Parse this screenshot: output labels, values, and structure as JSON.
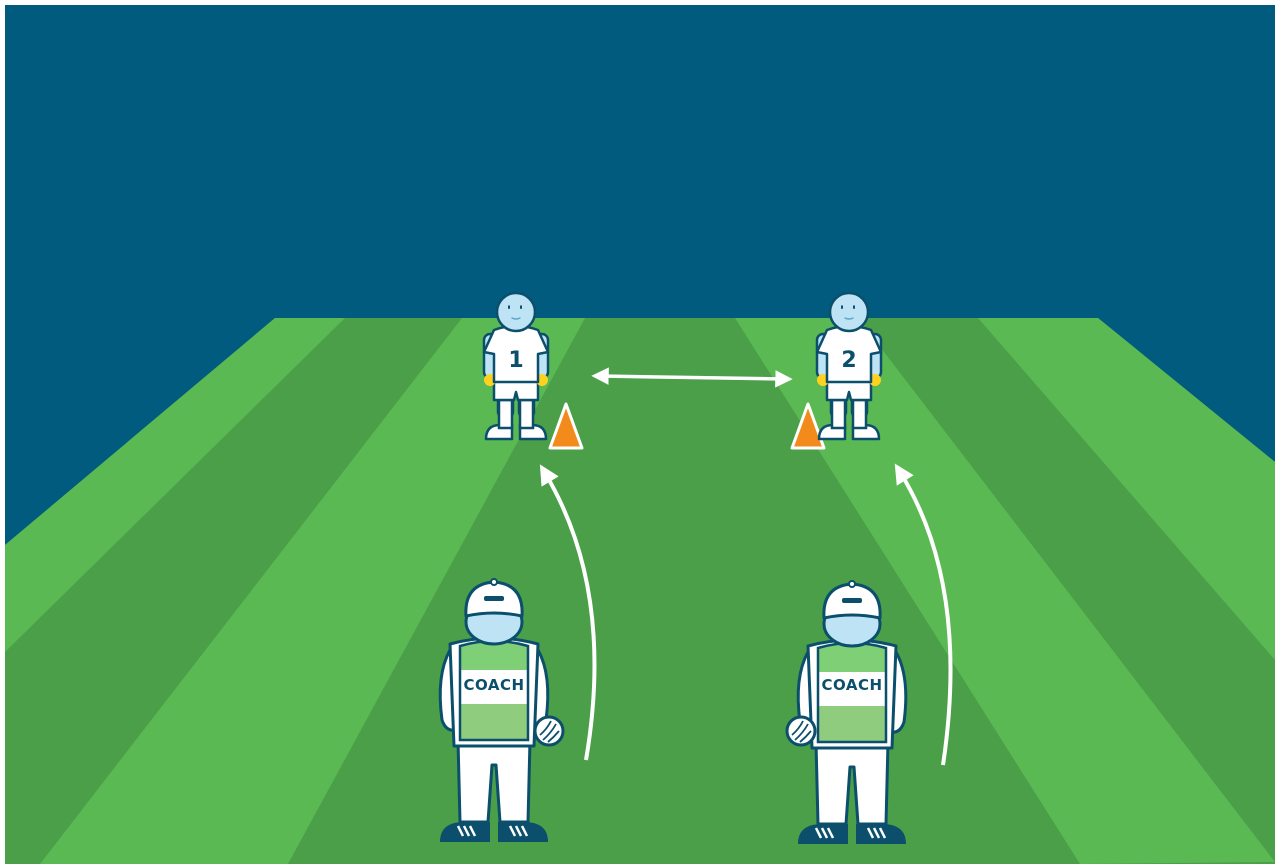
{
  "colors": {
    "sky": "#005b7f",
    "grass_light": "#5ab952",
    "grass_dark": "#4a9f48",
    "outline": "#0b4f6c",
    "player_skin": "#bde3f4",
    "player_kit": "#ffffff",
    "glove": "#ffd21f",
    "cone": "#f28a1c",
    "coach_vest_top": "#7fcf77",
    "coach_vest_bottom": "#8fcc7e",
    "arrow": "#ffffff"
  },
  "players": [
    {
      "number": "1"
    },
    {
      "number": "2"
    }
  ],
  "coaches": [
    {
      "label": "COACH"
    },
    {
      "label": "COACH"
    }
  ],
  "icons": {
    "cone": "cone-icon",
    "ball": "ball-icon",
    "arrow_pass": "double-arrow-icon",
    "arrow_kick": "curved-arrow-icon"
  }
}
